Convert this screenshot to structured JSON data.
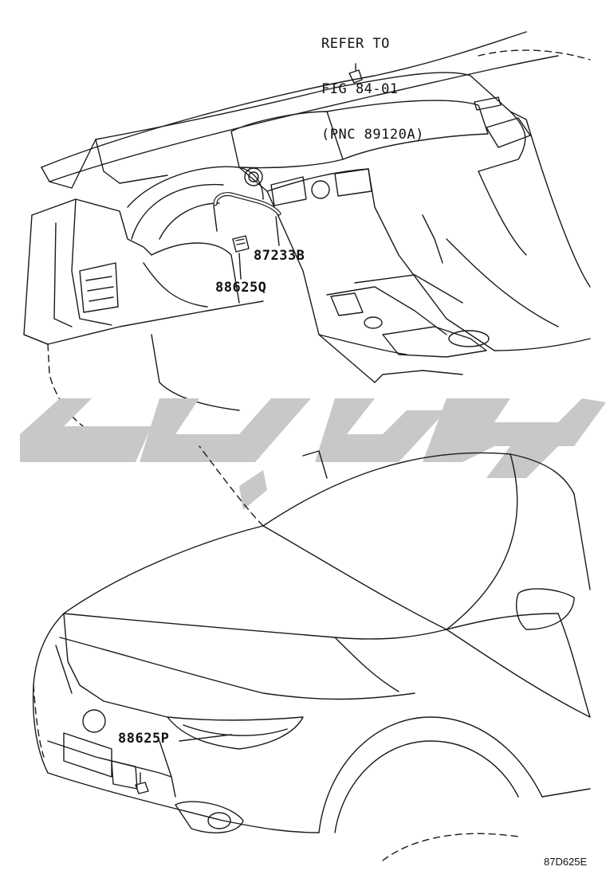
{
  "refer_note": {
    "line1": "REFER TO",
    "line2": "FIG 84-01",
    "line3": "(PNC 89120A)"
  },
  "parts": {
    "p87233b": "87233B",
    "p88625q": "88625Q",
    "p88625p": "88625P"
  },
  "figure_code": "87D625E",
  "colors": {
    "line": "#1a1a1a",
    "watermark": "#c8c8c8",
    "background": "#ffffff"
  }
}
